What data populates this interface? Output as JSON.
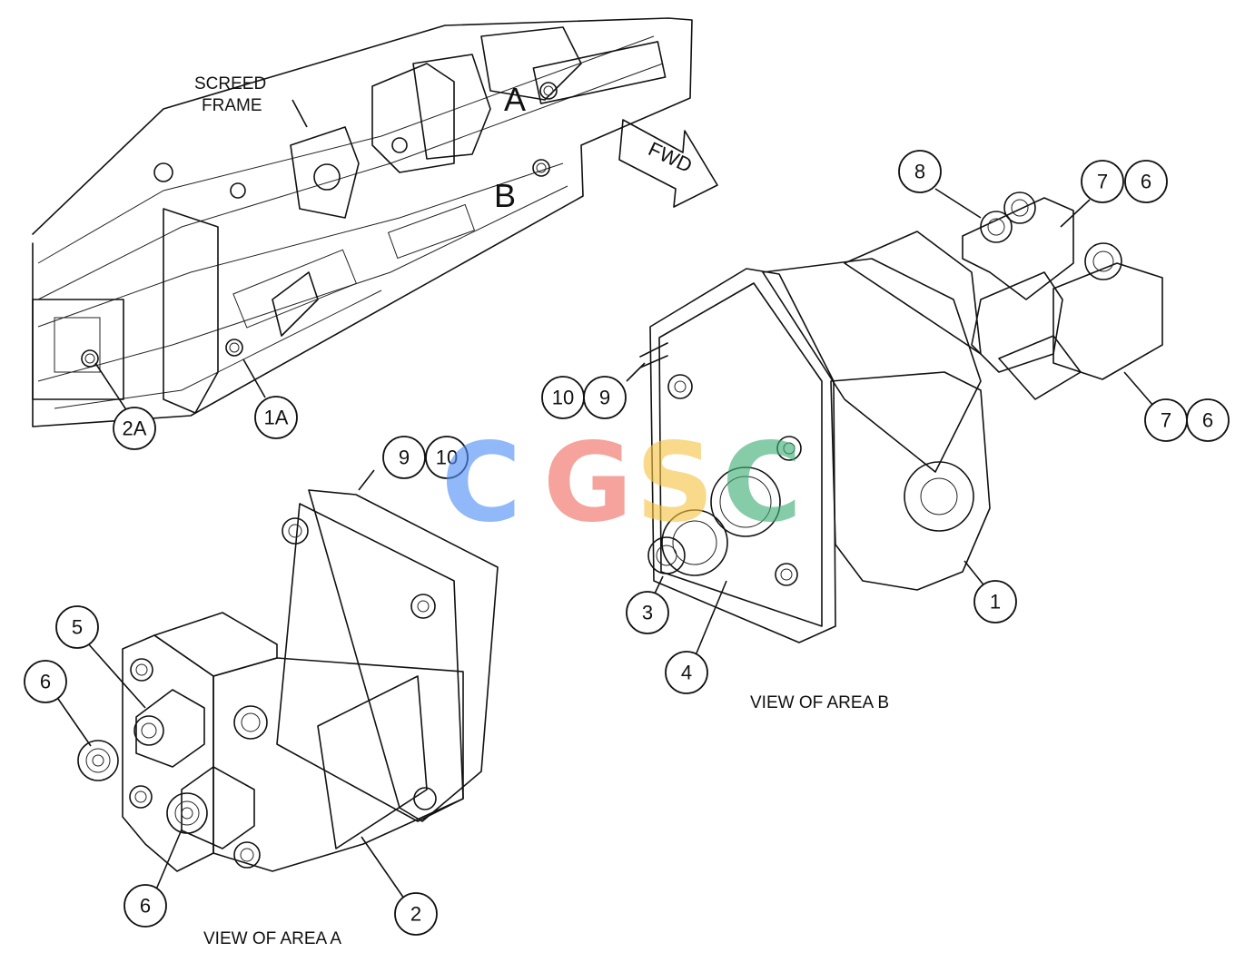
{
  "overview": {
    "screed_frame_line1": "SCREED",
    "screed_frame_line2": "FRAME",
    "area_a": "A",
    "area_b": "B",
    "fwd": "FWD"
  },
  "views": {
    "area_a": "VIEW OF AREA A",
    "area_b": "VIEW OF AREA B"
  },
  "callouts": {
    "c1": "1",
    "c1a": "1A",
    "c2": "2",
    "c2a": "2A",
    "c3": "3",
    "c4": "4",
    "c5": "5",
    "c6a": "6",
    "c6b": "6",
    "c6c": "6",
    "c6d": "6",
    "c7a": "7",
    "c7b": "7",
    "c8": "8",
    "c9a": "9",
    "c9b": "9",
    "c10a": "10",
    "c10b": "10"
  },
  "watermark": {
    "letters": [
      "C",
      "G",
      "S",
      "C"
    ],
    "colors": [
      "#4f8df5",
      "#ef6b60",
      "#f6c343",
      "#3fae74"
    ]
  }
}
